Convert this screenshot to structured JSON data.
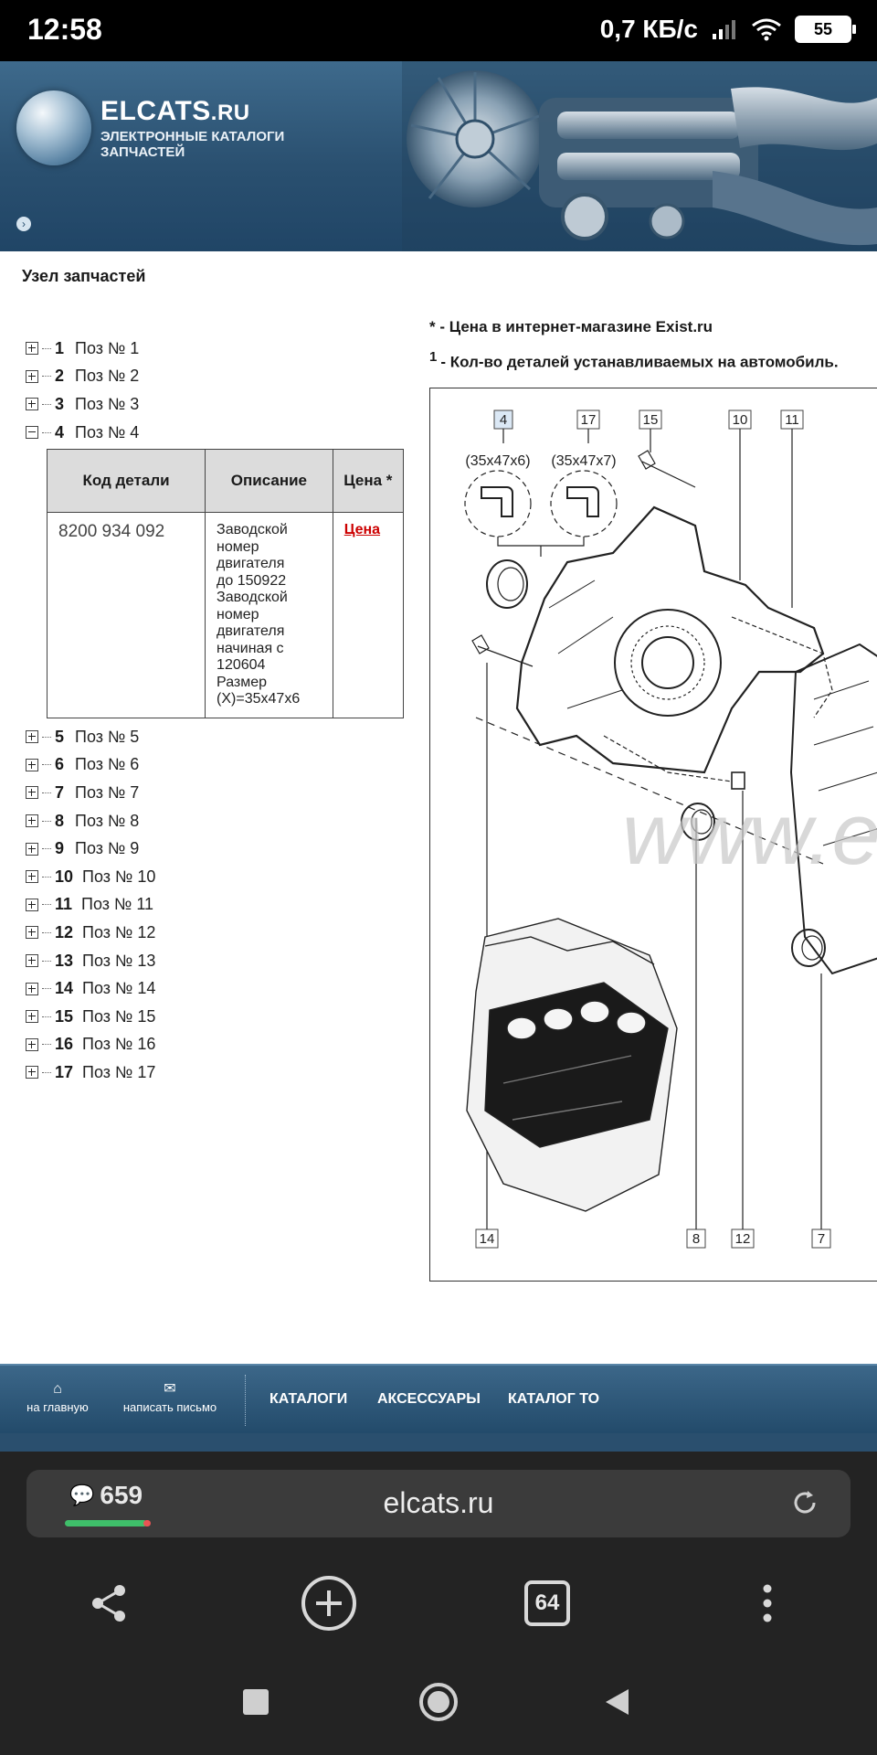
{
  "status_bar": {
    "time": "12:58",
    "net_speed": "0,7 КБ/с",
    "battery": "55"
  },
  "header": {
    "brand": "ELCATS",
    "brand_tld": ".RU",
    "subtitle_line1": "ЭЛЕКТРОННЫЕ КАТАЛОГИ",
    "subtitle_line2": "ЗАПЧАСТЕЙ"
  },
  "page": {
    "heading": "Узел запчастей"
  },
  "tree": {
    "items_before": [
      {
        "num": "1",
        "label": "Поз № 1"
      },
      {
        "num": "2",
        "label": "Поз № 2"
      },
      {
        "num": "3",
        "label": "Поз № 3"
      },
      {
        "num": "4",
        "label": "Поз № 4"
      }
    ],
    "items_after": [
      {
        "num": "5",
        "label": "Поз № 5"
      },
      {
        "num": "6",
        "label": "Поз № 6"
      },
      {
        "num": "7",
        "label": "Поз № 7"
      },
      {
        "num": "8",
        "label": "Поз № 8"
      },
      {
        "num": "9",
        "label": "Поз № 9"
      },
      {
        "num": "10",
        "label": "Поз № 10"
      },
      {
        "num": "11",
        "label": "Поз № 11"
      },
      {
        "num": "12",
        "label": "Поз № 12"
      },
      {
        "num": "13",
        "label": "Поз № 13"
      },
      {
        "num": "14",
        "label": "Поз № 14"
      },
      {
        "num": "15",
        "label": "Поз № 15"
      },
      {
        "num": "16",
        "label": "Поз № 16"
      },
      {
        "num": "17",
        "label": "Поз № 17"
      }
    ]
  },
  "part_table": {
    "headers": [
      "Код детали",
      "Описание",
      "Цена *"
    ],
    "row": {
      "code": "8200 934 092",
      "description_lines": [
        "Заводской",
        "номер",
        "двигателя",
        "до 150922",
        "Заводской",
        "номер",
        "двигателя",
        "начиная с",
        "120604",
        "Размер",
        "(X)=35x47x6"
      ],
      "price_link": "Цена"
    }
  },
  "notes": {
    "price_note": "* - Цена в интернет-магазине Exist.ru",
    "qty_note_sup": "1",
    "qty_note": "- Кол-во деталей устанавливаемых на автомобиль."
  },
  "diagram": {
    "callouts_top": [
      "4",
      "17",
      "15",
      "10",
      "11"
    ],
    "callouts_bottom": [
      "14",
      "8",
      "12",
      "7"
    ],
    "seal_labels": [
      "(35x47x6)",
      "(35x47x7)"
    ],
    "watermark": "www.e"
  },
  "footer": {
    "home": "на главную",
    "write": "написать письмо",
    "nav": [
      "КАТАЛОГИ",
      "АКСЕССУАРЫ",
      "КАТАЛОГ ТО"
    ]
  },
  "browser": {
    "comments_count": "659",
    "url": "elcats.ru",
    "tabs_count": "64"
  },
  "colors": {
    "header_blue": "#2a5070",
    "price_red": "#cc0000",
    "browser_bg": "#232323"
  }
}
